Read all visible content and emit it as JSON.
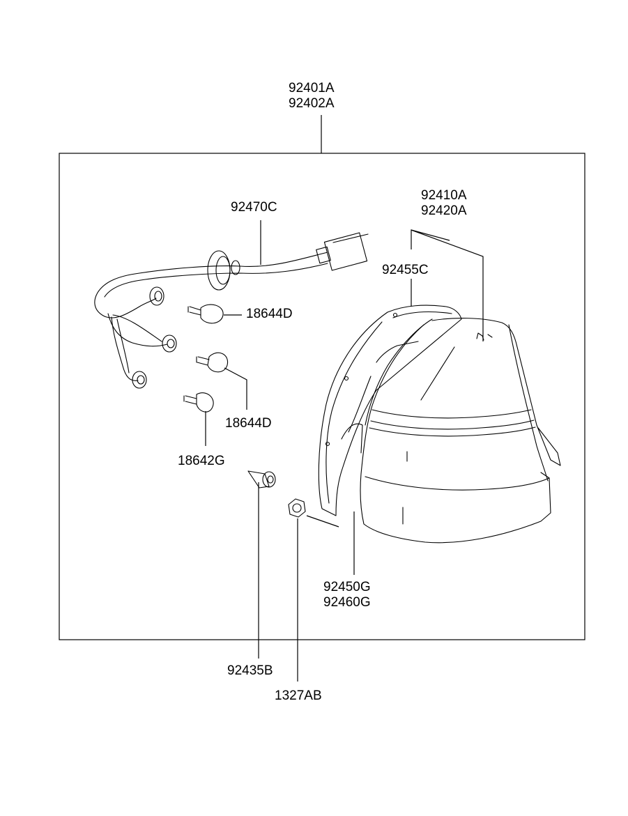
{
  "labels": {
    "assembly": [
      "92401A",
      "92402A"
    ],
    "lens_housing": [
      "92410A",
      "92420A"
    ],
    "wiring_harness": "92470C",
    "packing": "92455C",
    "bulb_top": "18644D",
    "bulb_middle": "18644D",
    "bulb_small": "18642G",
    "bulb_holder": [
      "92450G",
      "92460G"
    ],
    "socket": "92435B",
    "nut": "1327AB"
  }
}
